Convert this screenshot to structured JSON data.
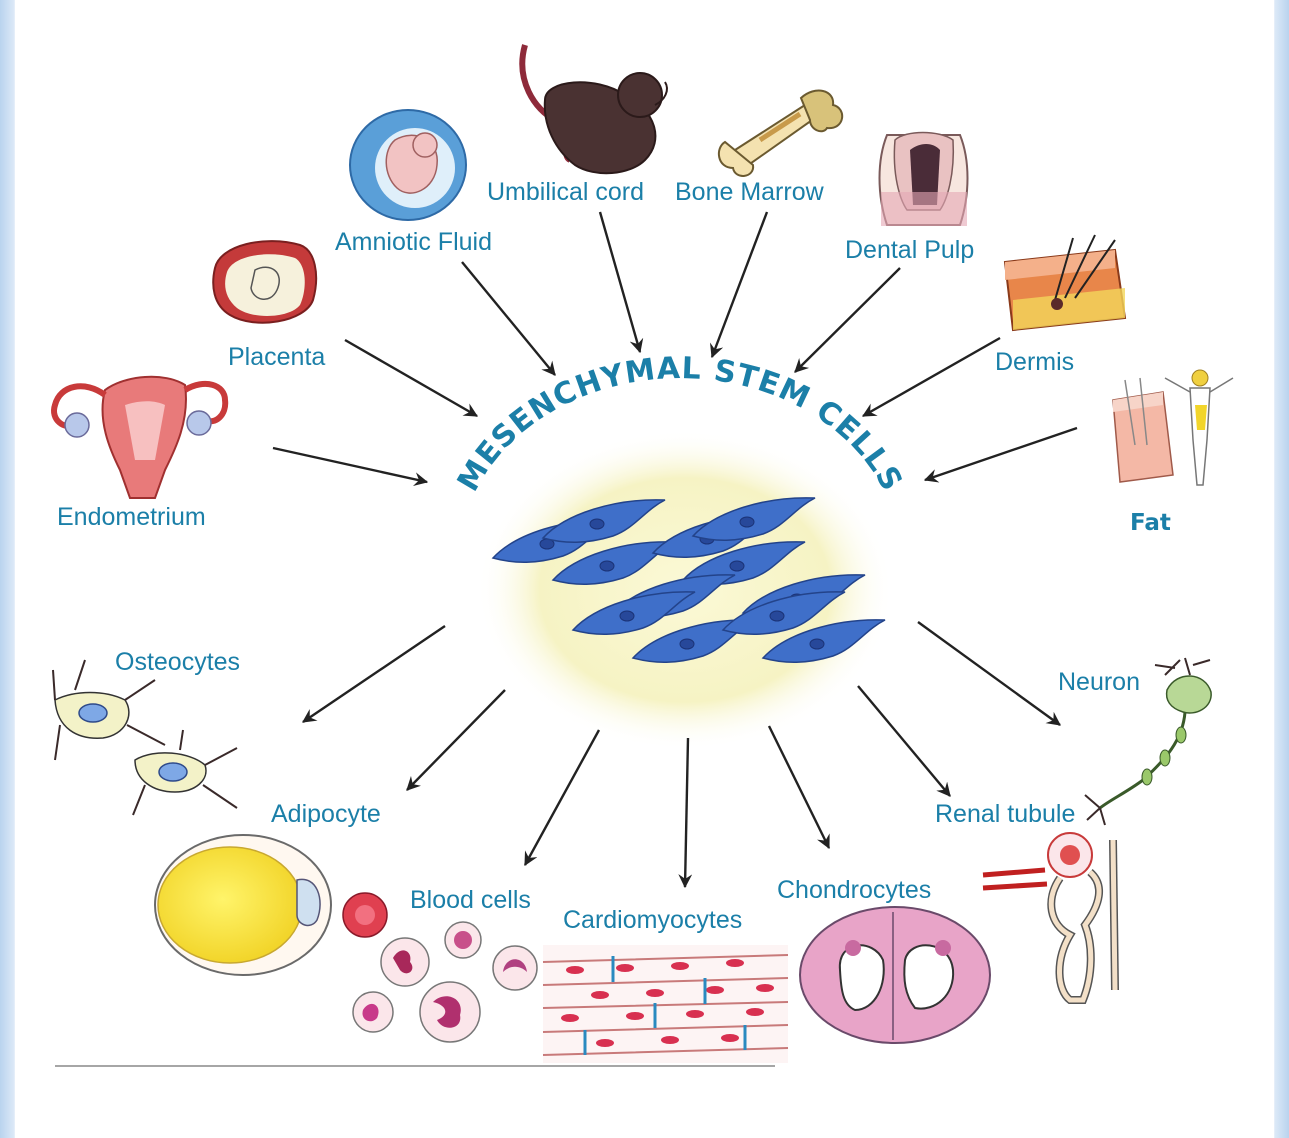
{
  "center": {
    "title": "MESENCHYMAL STEM CELLS",
    "icon": "stem-cell-cluster"
  },
  "sources": [
    {
      "label": "Umbilical cord",
      "icon": "fetus-umbilical-cord-icon"
    },
    {
      "label": "Bone Marrow",
      "icon": "bone-icon"
    },
    {
      "label": "Amniotic Fluid",
      "icon": "amniotic-sac-icon"
    },
    {
      "label": "Dental Pulp",
      "icon": "tooth-icon"
    },
    {
      "label": "Placenta",
      "icon": "placenta-icon"
    },
    {
      "label": "Dermis",
      "icon": "skin-section-icon"
    },
    {
      "label": "Endometrium",
      "icon": "uterus-icon"
    },
    {
      "label": "Fat",
      "icon": "fat-tissue-icon"
    }
  ],
  "derivatives": [
    {
      "label": "Osteocytes",
      "icon": "osteocyte-icon"
    },
    {
      "label": "Adipocyte",
      "icon": "adipocyte-icon"
    },
    {
      "label": "Blood cells",
      "icon": "blood-cells-icon"
    },
    {
      "label": "Cardiomyocytes",
      "icon": "cardiomyocytes-icon"
    },
    {
      "label": "Chondrocytes",
      "icon": "chondrocytes-icon"
    },
    {
      "label": "Renal tubule",
      "icon": "renal-tubule-icon"
    },
    {
      "label": "Neuron",
      "icon": "neuron-icon"
    }
  ],
  "colors": {
    "label": "#1b7fa8",
    "arrow": "#222222",
    "glow": "#f6f3c4",
    "cell": "#3f6fc9"
  }
}
